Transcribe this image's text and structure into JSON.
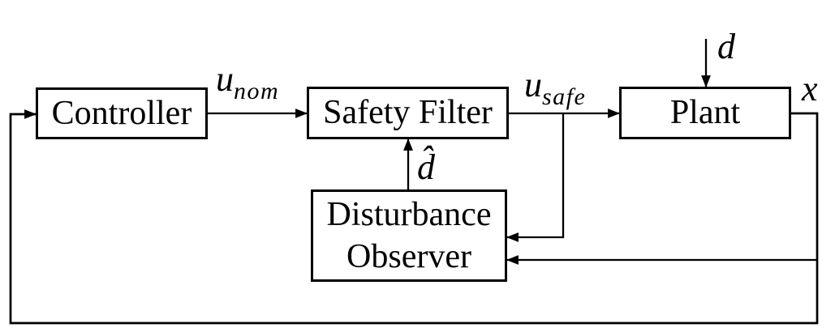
{
  "diagram": {
    "type": "control-block-diagram",
    "blocks": [
      {
        "id": "controller",
        "label": "Controller"
      },
      {
        "id": "safety_filter",
        "label": "Safety Filter"
      },
      {
        "id": "plant",
        "label": "Plant"
      },
      {
        "id": "disturbance_observer",
        "label_line1": "Disturbance",
        "label_line2": "Observer"
      }
    ],
    "signals": {
      "u_nom": {
        "base": "u",
        "sub": "nom"
      },
      "u_safe": {
        "base": "u",
        "sub": "safe"
      },
      "d": {
        "base": "d"
      },
      "x": {
        "base": "x"
      },
      "d_hat": {
        "base": "d",
        "hat": "ˆ"
      }
    },
    "connections": [
      {
        "from": "controller",
        "to": "safety_filter",
        "signal": "u_nom"
      },
      {
        "from": "safety_filter",
        "to": "plant",
        "signal": "u_safe"
      },
      {
        "from": "external",
        "to": "plant",
        "signal": "d"
      },
      {
        "from": "plant",
        "to": "controller",
        "signal": "x",
        "type": "feedback"
      },
      {
        "from": "plant",
        "to": "disturbance_observer",
        "signal": "x",
        "type": "feedback"
      },
      {
        "from": "safety_filter",
        "to": "disturbance_observer",
        "signal": "u_safe",
        "type": "branch"
      },
      {
        "from": "disturbance_observer",
        "to": "safety_filter",
        "signal": "d_hat"
      }
    ],
    "colors": {
      "line": "#000000",
      "background": "#ffffff",
      "box_fill": "#ffffff",
      "text": "#000000"
    }
  }
}
